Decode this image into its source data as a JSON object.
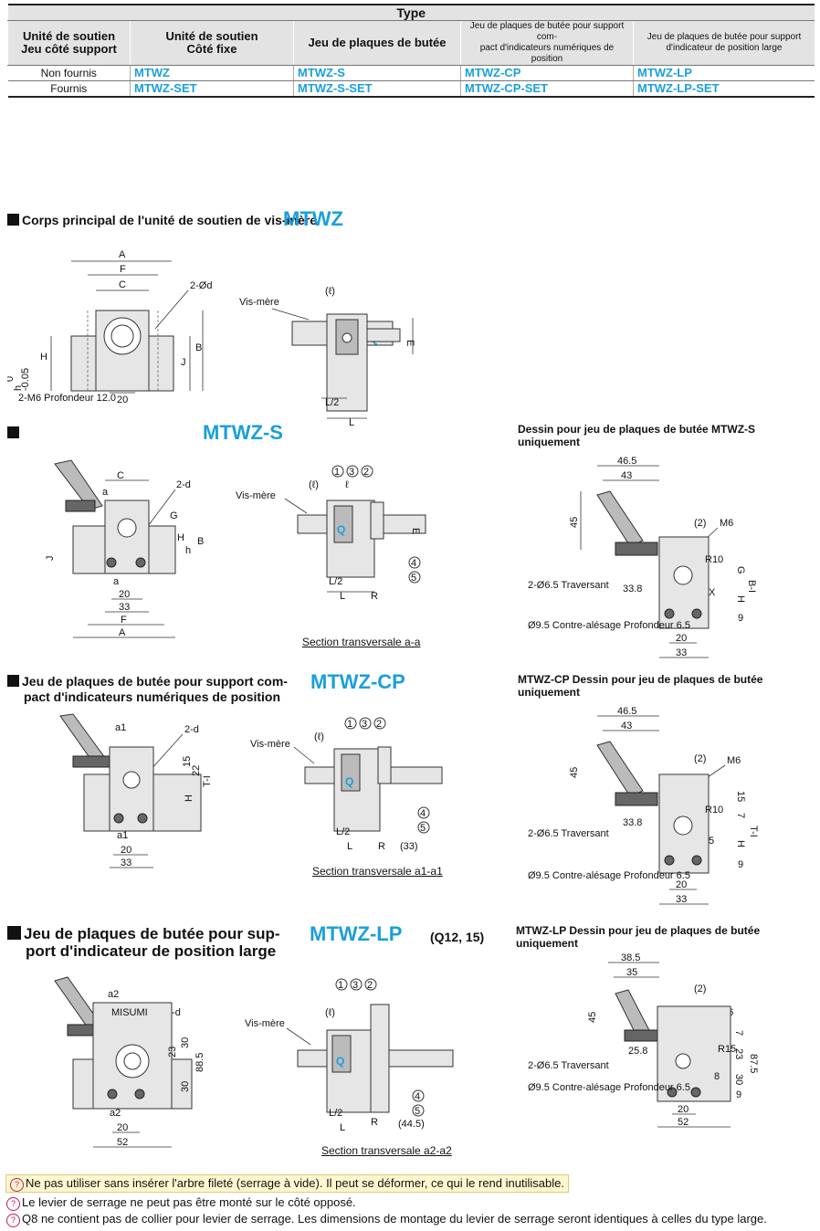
{
  "type_table": {
    "title": "Type",
    "headers": [
      {
        "line1": "Unité de soutien",
        "line2": "Jeu côté support"
      },
      {
        "line1": "Unité de soutien",
        "line2": "Côté fixe"
      },
      {
        "line1": "Jeu de plaques de butée",
        "line2": ""
      },
      {
        "line1": "Jeu de plaques de butée pour support com-",
        "line2": "pact d'indicateurs numériques de position"
      },
      {
        "line1": "Jeu de plaques de butée pour support",
        "line2": "d'indicateur de position large"
      }
    ],
    "rows": [
      {
        "label": "Non fournis",
        "codes": [
          "MTWZ",
          "MTWZ-S",
          "MTWZ-CP",
          "MTWZ-LP"
        ]
      },
      {
        "label": "Fournis",
        "codes": [
          "MTWZ-SET",
          "MTWZ-S-SET",
          "MTWZ-CP-SET",
          "MTWZ-LP-SET"
        ]
      }
    ]
  },
  "sections": {
    "mtwz": {
      "title": "Corps principal de l'unité de soutien de vis-mère",
      "code": "MTWZ"
    },
    "mtwz_s": {
      "title": "",
      "code": "MTWZ-S",
      "caption": "Dessin pour jeu de plaques de butée MTWZ-S uniquement",
      "section_label": "Section transversale a-a"
    },
    "mtwz_cp": {
      "title_l1": "Jeu de plaques de butée pour support com-",
      "title_l2": "pact d'indicateurs numériques de position",
      "code": "MTWZ-CP",
      "caption": "MTWZ-CP Dessin pour jeu de plaques de butée uniquement",
      "section_label": "Section transversale a1-a1"
    },
    "mtwz_lp": {
      "title_l1": "Jeu de plaques de butée pour sup-",
      "title_l2": "port d'indicateur de position large",
      "code": "MTWZ-LP",
      "extra": "(Q12, 15)",
      "caption": "MTWZ-LP Dessin pour jeu de plaques de butée uniquement",
      "section_label": "Section transversale a2-a2"
    }
  },
  "labels": {
    "A": "A",
    "F": "F",
    "C": "C",
    "d2": "2-Ød",
    "H": "H",
    "h": "h",
    "htol": "0",
    "htol2": "-0.05",
    "J": "J",
    "B": "B",
    "m6": "2-M6 Profondeur 12.0",
    "d20": "20",
    "vis": "Vis-mère",
    "ell": "(ℓ)",
    "ell2": "ℓ",
    "E": "E",
    "L2": "L/2",
    "L": "L",
    "R": "R",
    "a": "a",
    "a1": "a1",
    "a2": "a2",
    "d2b": "2-d",
    "G": "G",
    "d33": "33",
    "d52": "52",
    "d15": "15",
    "d22": "22",
    "d23": "23",
    "d30": "30",
    "d885": "88.5",
    "n1": "1",
    "n2": "2",
    "n3": "3",
    "n4": "4",
    "n5": "5",
    "d33p": "(33)",
    "d445": "(44.5)",
    "d465": "46.5",
    "d43": "43",
    "d45": "45",
    "d2p": "(2)",
    "M6": "M6",
    "R10": "R10",
    "R15": "R15",
    "d338": "33.8",
    "d258": "25.8",
    "X": "X",
    "BI": "B-I",
    "TI": "T-I",
    "d9": "9",
    "d5": "5",
    "d7": "7",
    "d8": "8",
    "d875": "87.5",
    "d385": "38.5",
    "d35": "35",
    "hole65": "2-Ø6.5 Traversant",
    "cb95": "Ø9.5 Contre-alésage Profondeur 6.5",
    "misumi": "MISUMI",
    "Q": "Q"
  },
  "notes": [
    "Ne pas utiliser sans insérer l'arbre fileté (serrage à vide). Il peut se déformer, ce qui le rend inutilisable.",
    "Le levier de serrage ne peut pas être monté sur le côté opposé.",
    "Q8 ne contient pas de collier pour levier de serrage. Les dimensions de montage du levier de serrage seront identiques à celles du type large."
  ],
  "colors": {
    "accent": "#1a9fdb",
    "highlight": "#fff7cf",
    "warn": "#c2185b"
  }
}
